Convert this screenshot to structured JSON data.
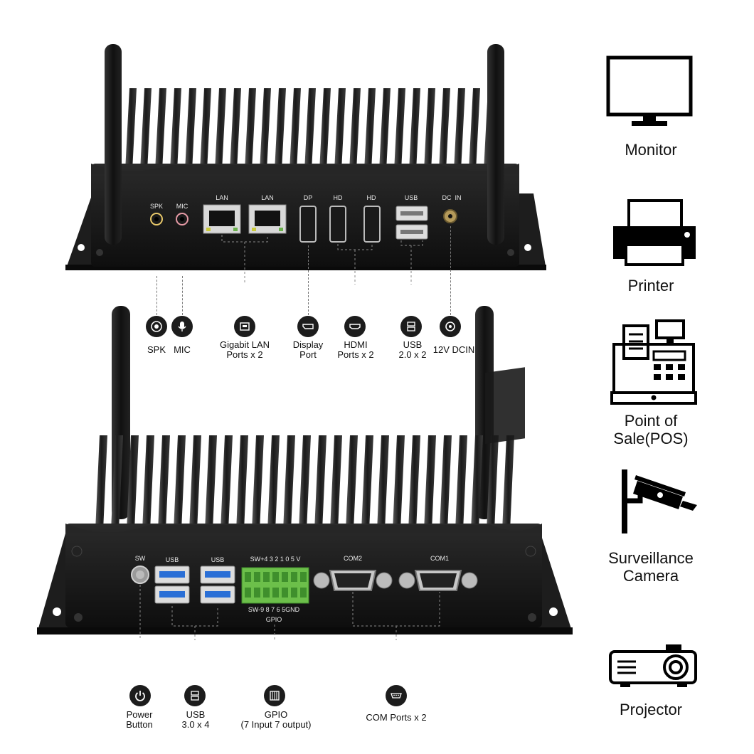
{
  "top_device": {
    "port_tags": {
      "spk": "SPK",
      "mic": "MIC",
      "lan1": "LAN",
      "lan2": "LAN",
      "dp": "DP",
      "hd1": "HD",
      "hd2": "HD",
      "usb": "USB",
      "dcin": "DC  IN"
    },
    "callouts": [
      {
        "id": "spk",
        "icon": "speaker-icon",
        "label": "SPK"
      },
      {
        "id": "mic",
        "icon": "microphone-icon",
        "label": "MIC"
      },
      {
        "id": "lan",
        "icon": "ethernet-icon",
        "label": "Gigabit LAN\nPorts x 2"
      },
      {
        "id": "dp",
        "icon": "displayport-icon",
        "label": "Display\nPort"
      },
      {
        "id": "hdmi",
        "icon": "hdmi-icon",
        "label": "HDMI\nPorts x 2"
      },
      {
        "id": "usb2",
        "icon": "usb-icon",
        "label": "USB\n2.0 x 2"
      },
      {
        "id": "dcin",
        "icon": "dc-jack-icon",
        "label": "12V DCIN"
      }
    ]
  },
  "bottom_device": {
    "port_tags": {
      "sw": "SW",
      "usb1": "USB",
      "usb2": "USB",
      "gpio_top": "SW+4 3 2 1 0 5 V",
      "gpio_bottom": "SW-9 8 7 6 5GND",
      "gpio": "GPIO",
      "com2": "COM2",
      "com1": "COM1"
    },
    "callouts": [
      {
        "id": "power",
        "icon": "power-icon",
        "label": "Power\nButton"
      },
      {
        "id": "usb3",
        "icon": "usb-icon",
        "label": "USB\n3.0 x 4"
      },
      {
        "id": "gpio",
        "icon": "gpio-icon",
        "label": "GPIO\n(7 Input 7 output)"
      },
      {
        "id": "com",
        "icon": "serial-port-icon",
        "label": "COM Ports x 2"
      }
    ]
  },
  "applications": [
    {
      "icon": "monitor-icon",
      "label": "Monitor"
    },
    {
      "icon": "printer-icon",
      "label": "Printer"
    },
    {
      "icon": "cash-register-icon",
      "label": "Point of\nSale(POS)"
    },
    {
      "icon": "surveillance-camera-icon",
      "label": "Surveillance\nCamera"
    },
    {
      "icon": "projector-icon",
      "label": "Projector"
    }
  ]
}
